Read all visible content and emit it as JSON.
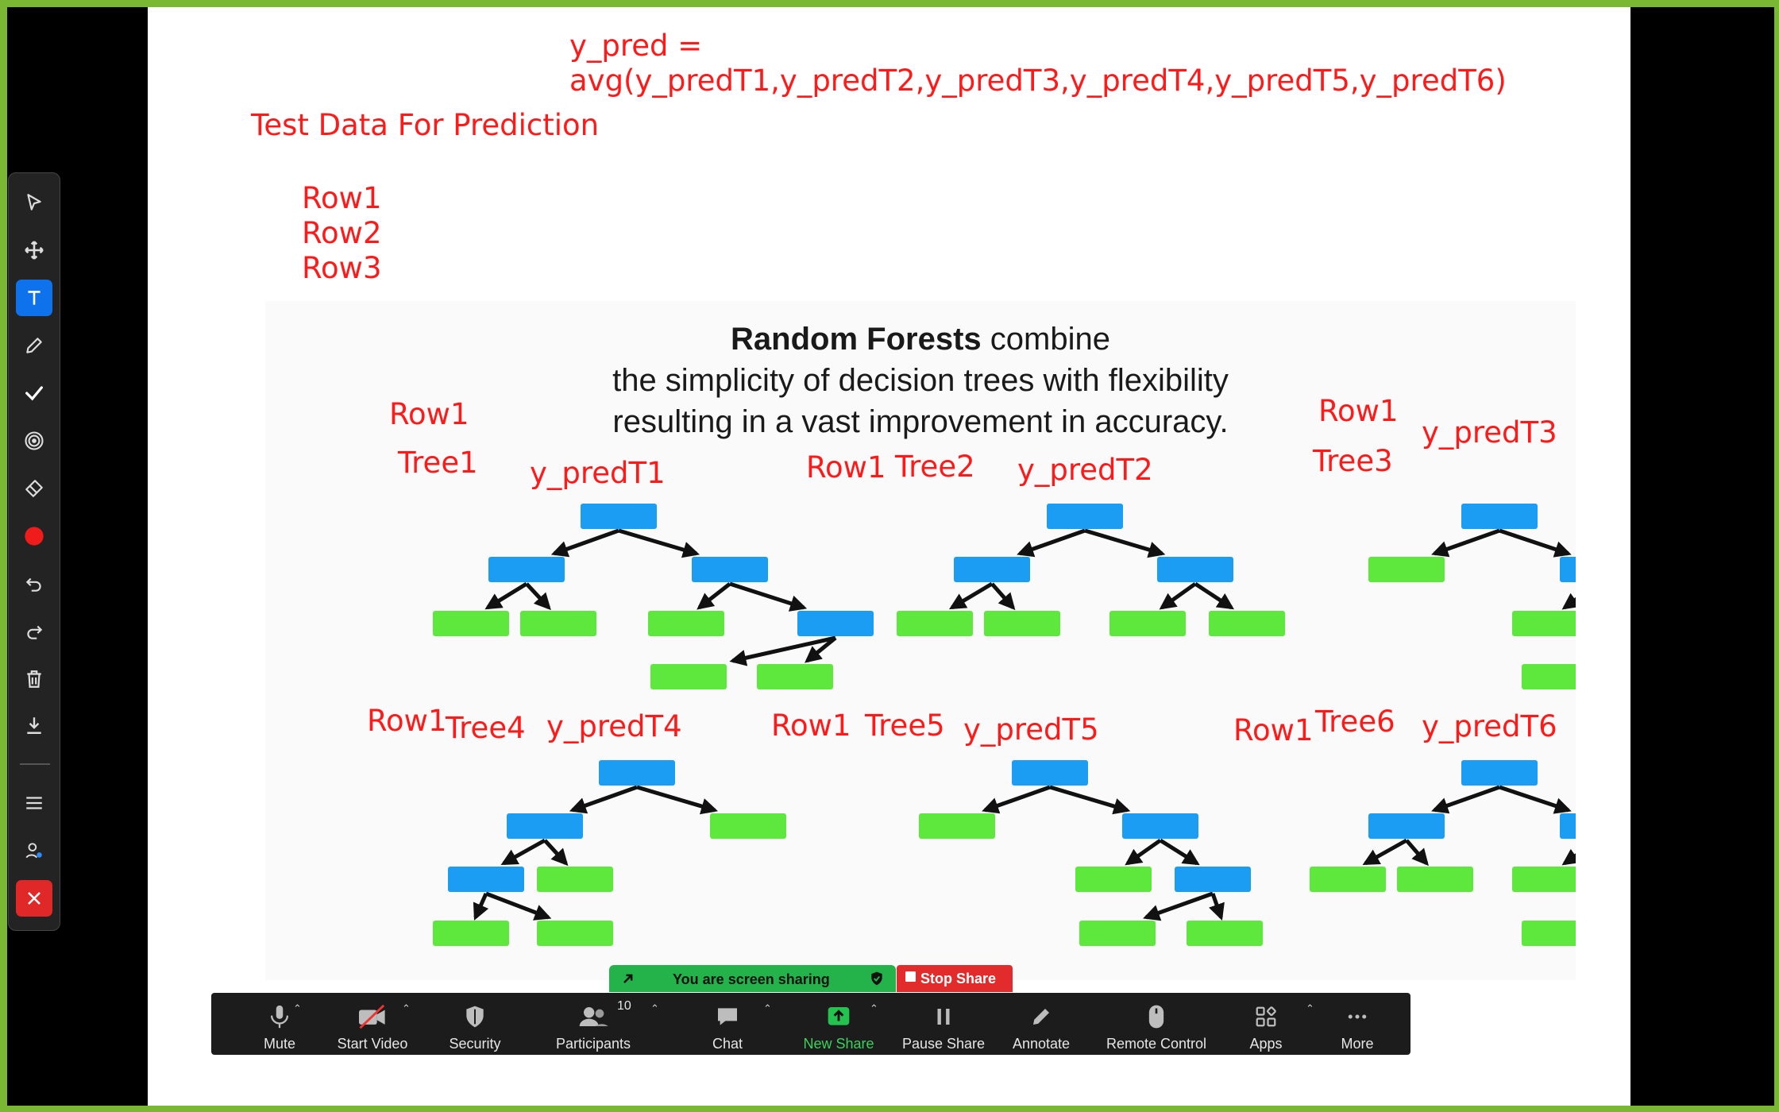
{
  "annotations": {
    "formula_line1": "y_pred =",
    "formula_line2": "avg(y_predT1,y_predT2,y_predT3,y_predT4,y_predT5,y_predT6)",
    "test_data_title": "Test Data For Prediction",
    "rows": [
      "Row1",
      "Row2",
      "Row3"
    ],
    "tree1": {
      "row": "Row1",
      "tree": "Tree1",
      "pred": "y_predT1"
    },
    "tree2": {
      "row": "Row1",
      "tree": "Tree2",
      "pred": "y_predT2"
    },
    "tree3": {
      "row": "Row1",
      "tree": "Tree3",
      "pred": "y_predT3"
    },
    "tree4": {
      "row": "Row1",
      "tree": "Tree4",
      "pred": "y_predT4"
    },
    "tree5": {
      "row": "Row1",
      "tree": "Tree5",
      "pred": "y_predT5"
    },
    "tree6": {
      "row": "Row1",
      "tree": "Tree6",
      "pred": "y_predT6"
    }
  },
  "figure": {
    "title_bold": "Random Forests",
    "title_rest": " combine",
    "line2": "the simplicity of decision trees with flexibility",
    "line3": "resulting in a vast improvement in accuracy."
  },
  "colors": {
    "annotation": "#ff1a1a",
    "node_blue": "#1a9df2",
    "leaf_green": "#5ee83e",
    "border_green": "#7ab834"
  },
  "annotate_tools": [
    "select-icon",
    "move-icon",
    "text-icon",
    "pen-icon",
    "stamp-icon",
    "spotlight-icon",
    "eraser-icon",
    "color-icon",
    "undo-icon",
    "redo-icon",
    "delete-icon",
    "save-icon",
    "menu-icon",
    "annotator-name-icon",
    "close-icon"
  ],
  "share_banner": {
    "status": "You are screen sharing",
    "stop": "Stop Share"
  },
  "controls": {
    "mute": "Mute",
    "start_video": "Start Video",
    "security": "Security",
    "participants": "Participants",
    "participants_count": "10",
    "chat": "Chat",
    "new_share": "New Share",
    "pause_share": "Pause Share",
    "annotate": "Annotate",
    "remote_control": "Remote Control",
    "apps": "Apps",
    "more": "More"
  }
}
